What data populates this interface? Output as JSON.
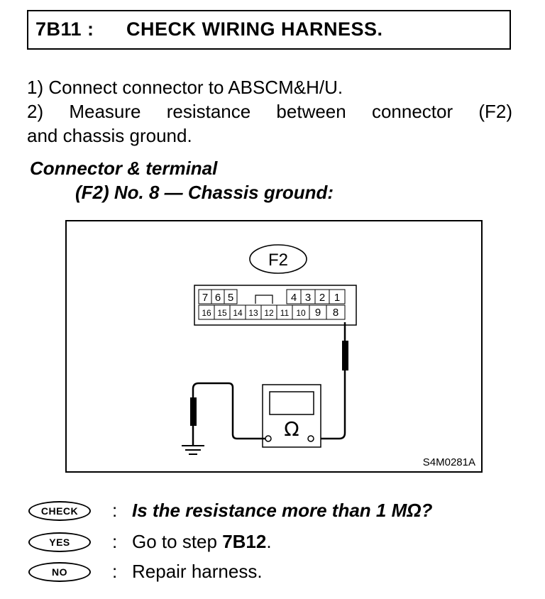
{
  "step": {
    "id": "7B11 :",
    "heading": "CHECK WIRING HARNESS."
  },
  "instructions": {
    "item1": "1)  Connect connector to ABSCM&H/U.",
    "item2_line1": "2) Measure resistance between connector (F2)",
    "item2_line2": "and chassis ground."
  },
  "connector": {
    "label_line1": "Connector & terminal",
    "label_line2": "(F2) No. 8 — Chassis ground:"
  },
  "diagram": {
    "connector_name": "F2",
    "top_row": [
      "7",
      "6",
      "5",
      "",
      "4",
      "3",
      "2",
      "1"
    ],
    "bottom_row": [
      "16",
      "15",
      "14",
      "13",
      "12",
      "11",
      "10",
      "9",
      "8"
    ],
    "meter_symbol": "Ω",
    "figure_code": "S4M0281A"
  },
  "qa": {
    "check_badge": "CHECK",
    "check_text": "Is the resistance more than 1 MΩ?",
    "yes_badge": "YES",
    "yes_prefix": "Go to step ",
    "yes_step": "7B12",
    "yes_suffix": ".",
    "no_badge": "NO",
    "no_text": "Repair harness.",
    "colon": ":"
  }
}
